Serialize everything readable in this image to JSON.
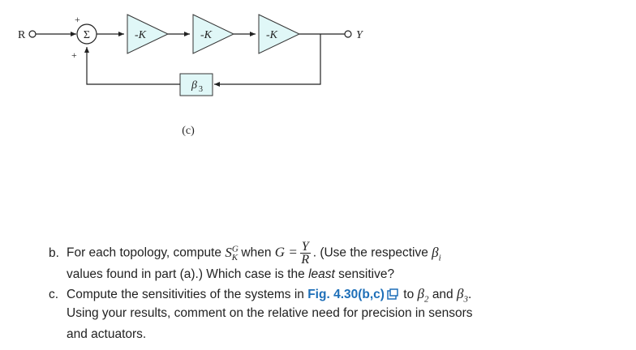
{
  "diagram": {
    "input_label": "R",
    "output_label": "Y",
    "summer_symbol": "Σ",
    "summer_sign_top": "+",
    "summer_sign_bottom": "+",
    "gain_labels": [
      "-K",
      "-K",
      "-K"
    ],
    "feedback_block": "β",
    "feedback_sub": "3",
    "caption": "(c)"
  },
  "question_b": {
    "label": "b.",
    "text1": "For each topology, compute",
    "s_symbol": "S",
    "s_sup": "G",
    "s_sub": "K",
    "text2": "when",
    "g_expr": "G =",
    "frac_num": "Y",
    "frac_den": "R",
    "text3": ". (Use the respective",
    "beta": "β",
    "beta_sub": "i",
    "line2_before": "values found in part (a).) Which case is the",
    "line2_em": "least",
    "line2_after": "sensitive?"
  },
  "question_c": {
    "label": "c.",
    "text1": "Compute the sensitivities of the systems in",
    "link": "Fig. 4.30(b,c)",
    "text2": "to",
    "beta": "β",
    "sub2": "2",
    "and": "and",
    "sub3": "3",
    "end": ".",
    "line2": "Using your results, comment on the relative need for precision in sensors",
    "line3": "and actuators."
  }
}
